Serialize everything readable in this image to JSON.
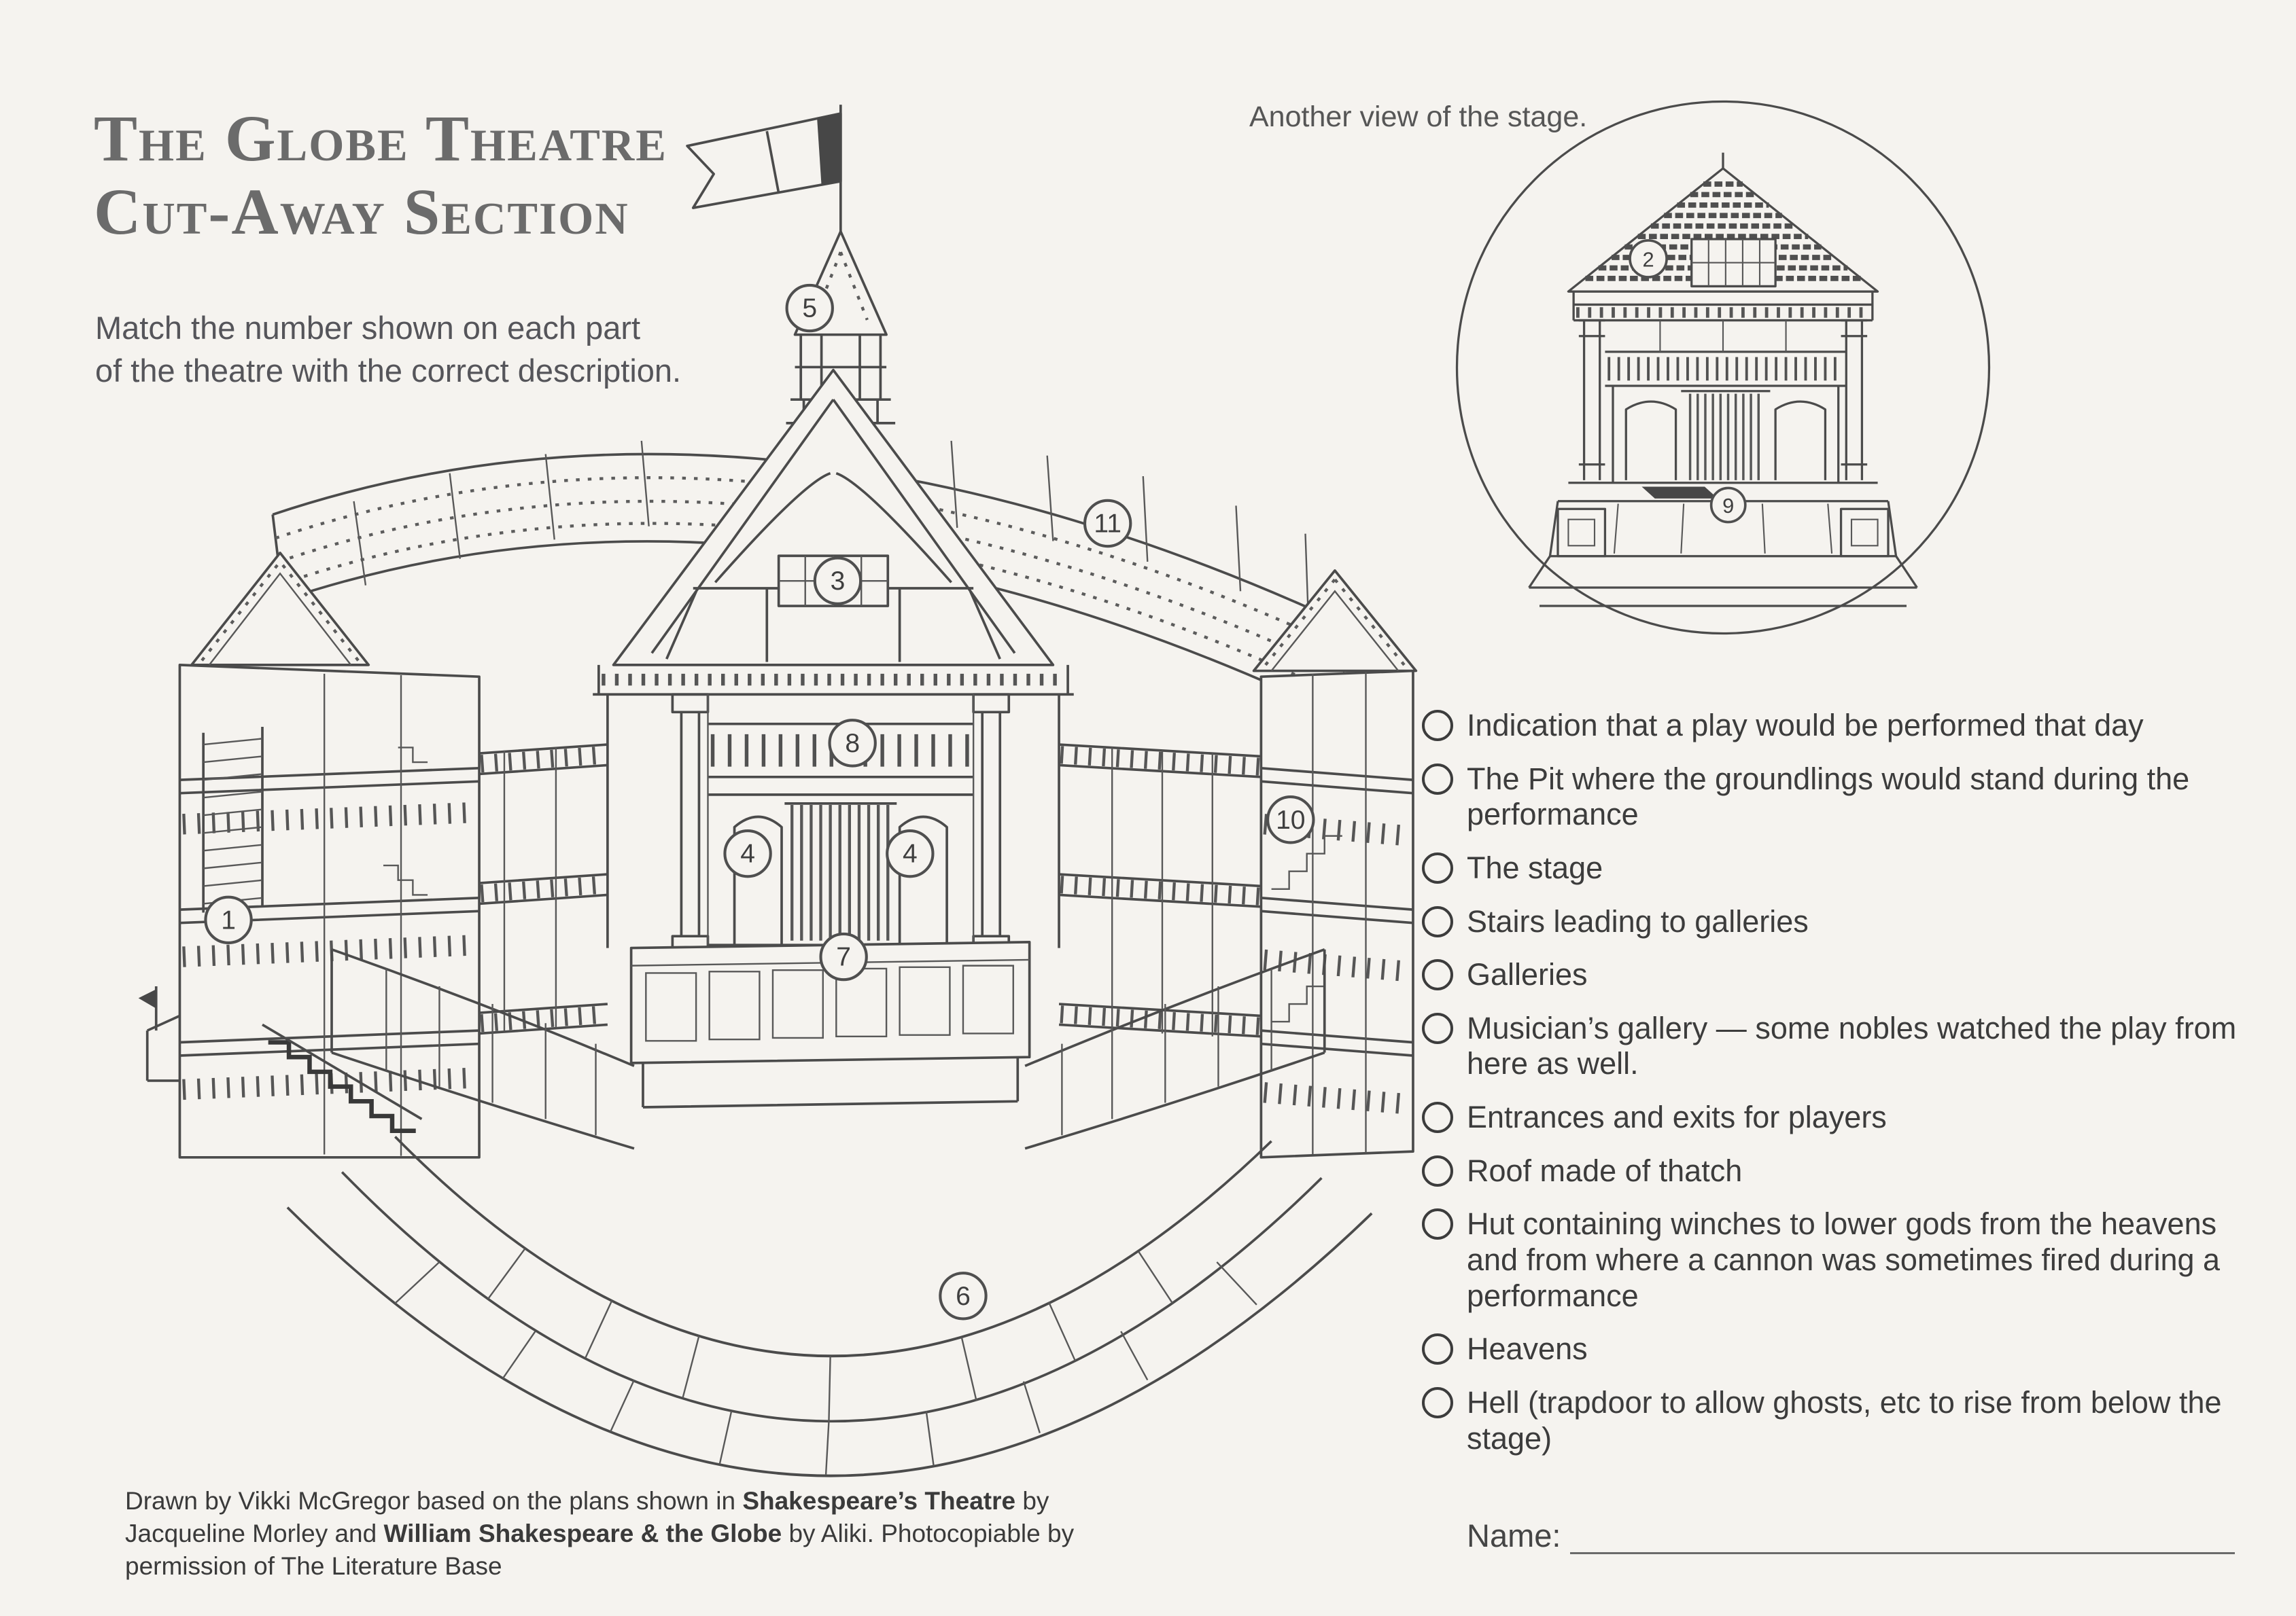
{
  "page": {
    "title_line1": "The Globe Theatre",
    "title_line2": "Cut-Away Section",
    "instructions_line1": "Match the number shown on each part",
    "instructions_line2": "of the theatre with the correct description.",
    "inset_caption": "Another view of the stage.",
    "name_label": "Name:"
  },
  "diagram": {
    "markers": {
      "m1": "1",
      "m3": "3",
      "m4a": "4",
      "m4b": "4",
      "m5": "5",
      "m6": "6",
      "m7": "7",
      "m8": "8",
      "m10": "10",
      "m11": "11"
    },
    "inset_markers": {
      "m2": "2",
      "m9": "9"
    }
  },
  "matching_list": {
    "items": [
      "Indication that a play would be performed that day",
      "The Pit where the groundlings would stand during the performance",
      "The stage",
      "Stairs leading to galleries",
      "Galleries",
      "Musician’s gallery — some nobles watched the play from here as well.",
      "Entrances and exits for players",
      "Roof made of thatch",
      "Hut containing winches to lower gods from the heavens and from where a cannon was sometimes fired during a performance",
      "Heavens",
      "Hell (trapdoor to allow ghosts, etc to rise from below the stage)"
    ]
  },
  "credit": {
    "seg1": "Drawn by Vikki McGregor based on the plans shown in ",
    "seg2": "Shakespeare’s Theatre",
    "seg3": " by Jacqueline Morley and ",
    "seg4": "William Shakespeare & the Globe",
    "seg5": " by Aliki. Photocopiable by permission of The Literature Base"
  },
  "colors": {
    "paper": "#f5f3ef",
    "ink": "#4a4a4a",
    "title_gray": "#6b6b6b"
  }
}
